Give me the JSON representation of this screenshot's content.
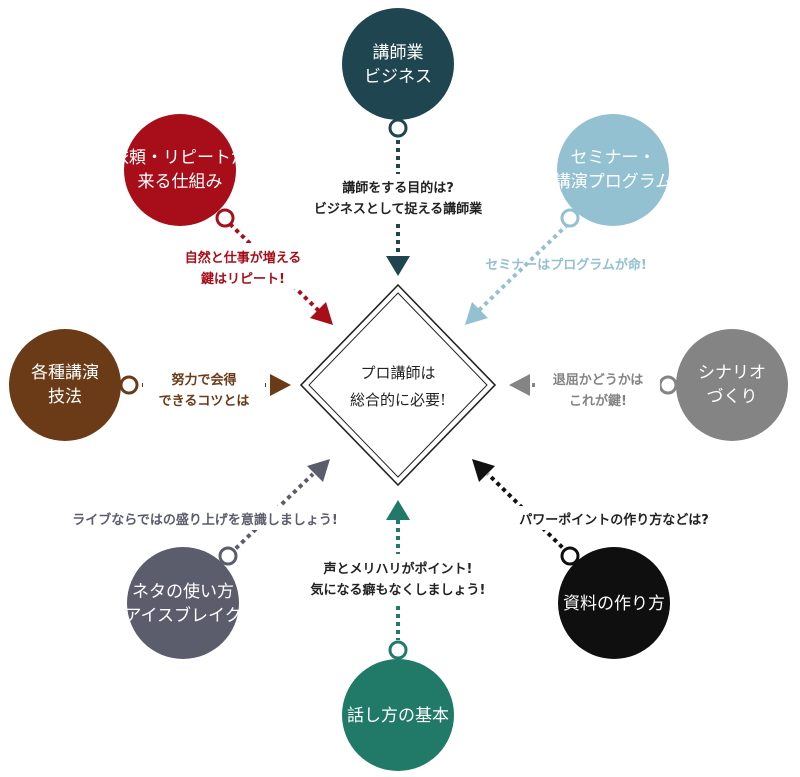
{
  "center": {
    "lines": [
      "プロ講師は",
      "総合的に必要!"
    ],
    "color": "#222222"
  },
  "nodes": [
    {
      "id": "business",
      "lines": [
        "講師業",
        "ビジネス"
      ],
      "color": "#1f4650",
      "caption_lines": [
        "講師をする目的は?",
        "ビジネスとして捉える講師業"
      ],
      "caption_color": "#222222"
    },
    {
      "id": "seminar",
      "lines": [
        "セミナー・",
        "講演プログラム"
      ],
      "color": "#93c1d2",
      "caption_lines": [
        "セミナーはプログラムが命!"
      ],
      "caption_color": "#93c1d2"
    },
    {
      "id": "scenario",
      "lines": [
        "シナリオ",
        "づくり"
      ],
      "color": "#848484",
      "caption_lines": [
        "退屈かどうかは",
        "これが鍵!"
      ],
      "caption_color": "#848484"
    },
    {
      "id": "materials",
      "lines": [
        "資料の作り方"
      ],
      "color": "#0f0f0f",
      "caption_lines": [
        "パワーポイントの作り方などは?"
      ],
      "caption_color": "#222222"
    },
    {
      "id": "speaking",
      "lines": [
        "話し方の基本"
      ],
      "color": "#217a68",
      "caption_lines": [
        "声とメリハリがポイント!",
        "気になる癖もなくしましょう!"
      ],
      "caption_color": "#222222"
    },
    {
      "id": "icebreak",
      "lines": [
        "ネタの使い方",
        "アイスブレイク"
      ],
      "color": "#5b5c6c",
      "caption_lines": [
        "ライブならではの盛り上げを意識しましょう!"
      ],
      "caption_color": "#5b5c6c"
    },
    {
      "id": "techniques",
      "lines": [
        "各種講演",
        "技法"
      ],
      "color": "#6b3a16",
      "caption_lines": [
        "努力で会得",
        "できるコツとは"
      ],
      "caption_color": "#6b3a16"
    },
    {
      "id": "repeat",
      "lines": [
        "依頼・リピートが",
        "来る仕組み"
      ],
      "color": "#a70e19",
      "caption_lines": [
        "自然と仕事が増える",
        "鍵はリピート!"
      ],
      "caption_color": "#a70e19"
    }
  ]
}
